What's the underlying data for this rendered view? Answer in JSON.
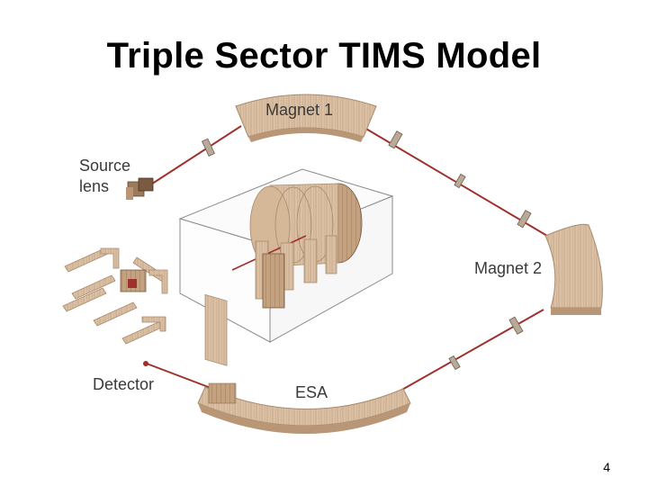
{
  "slide": {
    "title": "Triple Sector TIMS Model",
    "page_number": "4"
  },
  "diagram": {
    "labels": {
      "magnet1": "Magnet 1",
      "magnet2": "Magnet 2",
      "source_line1": "Source",
      "source_line2": "lens",
      "detector": "Detector",
      "esa": "ESA"
    },
    "colors": {
      "beam": "#a0302c",
      "component_fill": "#dcc0a4",
      "component_edge": "#a88a6c",
      "component_dark": "#9c7a5a",
      "housing": "#888888"
    }
  }
}
